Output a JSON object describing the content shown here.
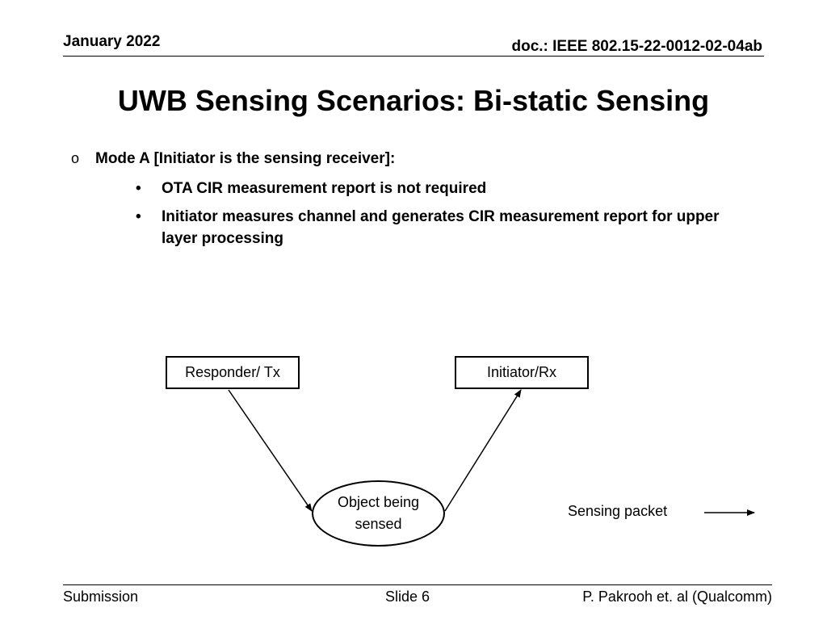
{
  "header": {
    "date": "January 2022",
    "doc": "doc.: IEEE 802.15-22-0012-02-04ab"
  },
  "title": "UWB Sensing Scenarios: Bi-static Sensing",
  "content": {
    "mode": {
      "marker": "o",
      "label": "Mode A [Initiator is the sensing receiver]:"
    },
    "sub_bullets": [
      {
        "marker": "•",
        "text": "OTA CIR measurement report is not required"
      },
      {
        "marker": "•",
        "text": "Initiator measures channel and generates CIR measurement report for upper layer processing"
      }
    ]
  },
  "diagram": {
    "responder": "Responder/ Tx",
    "initiator": "Initiator/Rx",
    "object": "Object being sensed",
    "legend": "Sensing packet"
  },
  "footer": {
    "left": "Submission",
    "center": "Slide 6",
    "right": "P. Pakrooh et. al (Qualcomm)"
  }
}
